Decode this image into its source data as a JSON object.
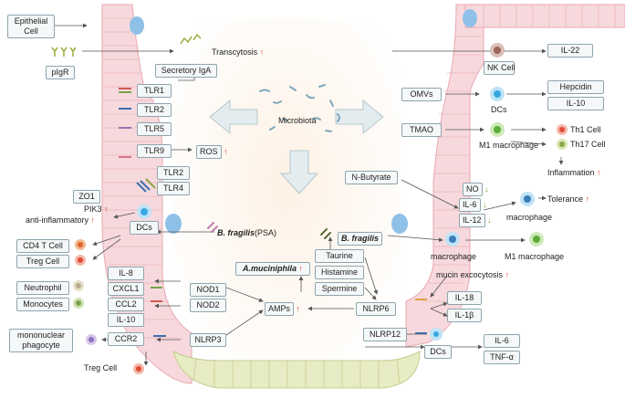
{
  "labels": {
    "epithelial_cell": "Epithelial\nCell",
    "pigr": "pIgR",
    "transcytosis": "Transcytosis",
    "secretory_iga": "Secretory IgA",
    "tlr1": "TLR1",
    "tlr2": "TLR2",
    "tlr5": "TLR5",
    "tlr9": "TLR9",
    "ros": "ROS",
    "tlr2b": "TLR2",
    "tlr4": "TLR4",
    "zo1": "ZO1",
    "pik3": "PIK3",
    "anti_inflammatory": "anti-inflammatory",
    "dcs_left": "DCs",
    "b_fragilis_psa_name": "B. fragilis",
    "b_fragilis_psa_suffix": "(PSA)",
    "cd4_t_cell": "CD4 T Cell",
    "treg_cell_top": "Treg Cell",
    "microbiota": "Microbiota",
    "a_muciniphila": "A.muciniphila",
    "il8": "IL-8",
    "cxcl1": "CXCL1",
    "ccl2": "CCL2",
    "il10_left": "IL-10",
    "neutrophil": "Neutrophil",
    "monocytes": "Monocytes",
    "nod1": "NOD1",
    "nod2": "NOD2",
    "amps": "AMPs",
    "nlrp3": "NLRP3",
    "mononuclear_phagocyte": "mononuclear\nphagocyte",
    "ccr2": "CCR2",
    "treg_cell_bottom": "Treg Cell",
    "nk_cell": "NK Cell",
    "il22": "IL-22",
    "omvs": "OMVs",
    "dcs_right": "DCs",
    "hepcidin": "Hepcidin",
    "il10_right": "IL-10",
    "tmao": "TMAO",
    "m1_macrophage_top": "M1 macrophage",
    "th1_cell": "Th1 Cell",
    "th17_cell": "Th17 Cell",
    "inflammation": "Inflammation",
    "n_butyrate": "N-Butyrate",
    "no": "NO",
    "il6_mid": "IL-6",
    "il12": "IL-12",
    "tolerance": "Tolerance",
    "macrophage_mid": "macrophage",
    "b_fragilis_right": "B. fragilis",
    "macrophage_low": "macrophage",
    "m1_macrophage_low": "M1 macrophage",
    "taurine": "Taurine",
    "histamine": "Histamine",
    "spermine": "Spermine",
    "mucin_exocytosis": "mucin excocytosis",
    "nlrp6": "NLRP6",
    "il18": "IL-18",
    "il1b": "IL-1β",
    "nlrp12": "NLRP12",
    "dcs_bottom": "DCs",
    "il6_bottom": "IL-6",
    "tnfa": "TNF-α",
    "arrow_up": "↑",
    "arrow_down": "↓"
  },
  "colors": {
    "up_arrow": "#e2462f",
    "down_arrow": "#6aa333",
    "box_border": "#8fa4ad",
    "cell_fill": "#f6dcdf",
    "lumen_cell": "#e7ecc2",
    "dc_blue": "#38a6e0"
  }
}
